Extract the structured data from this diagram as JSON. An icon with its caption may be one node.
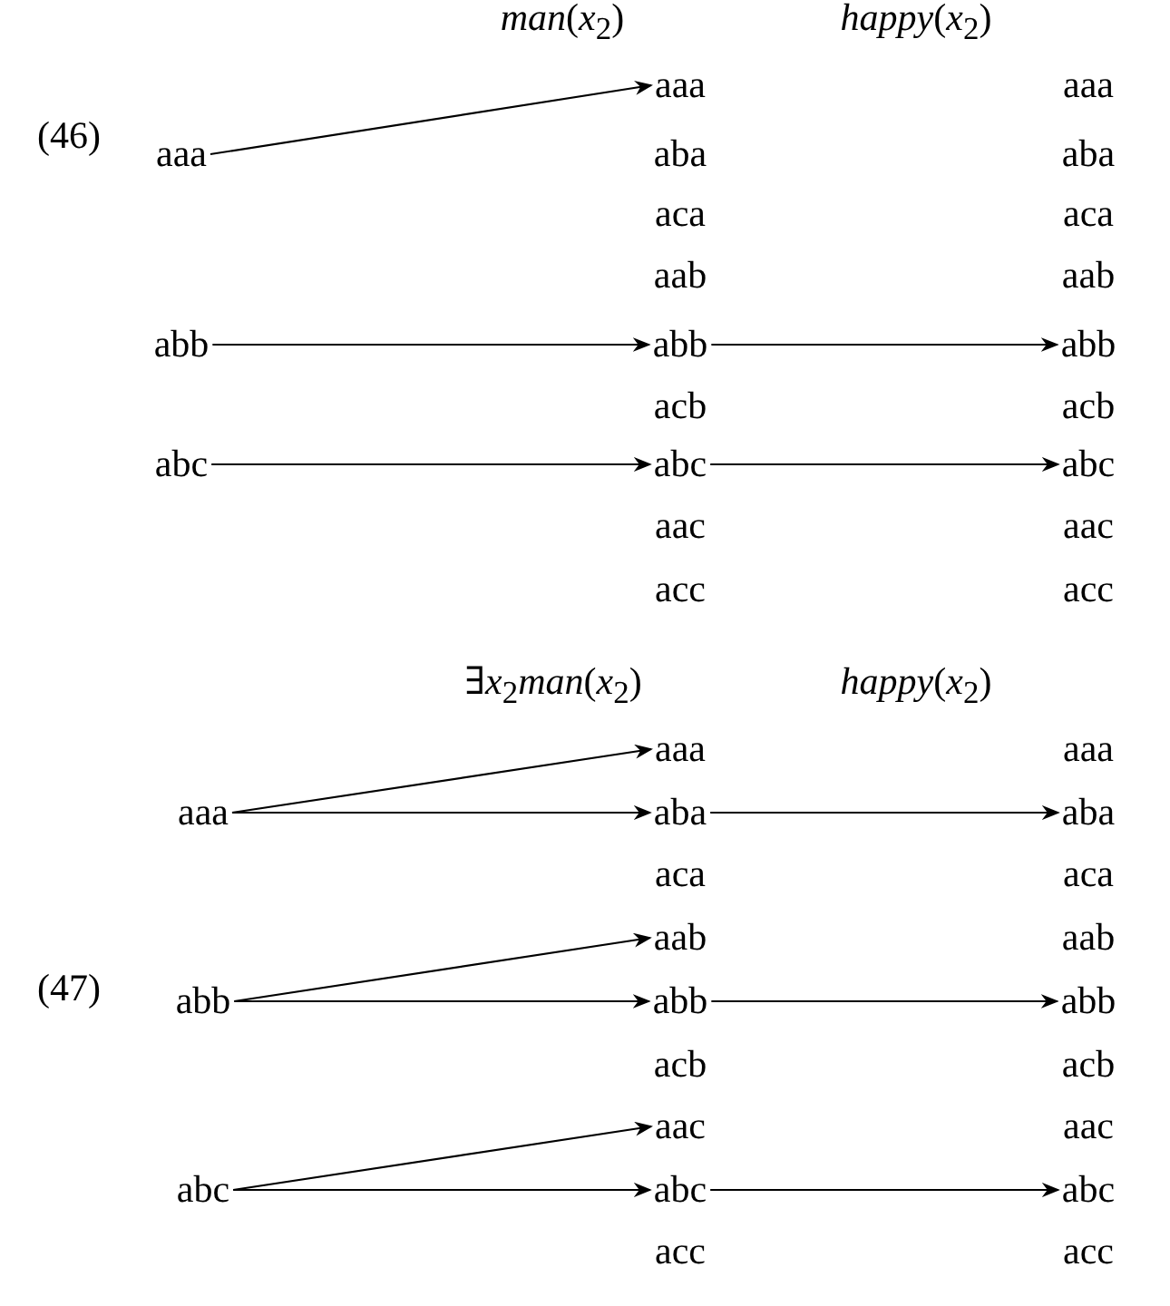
{
  "diagram": {
    "nodes": [
      {
        "text": [
          "aaa"
        ]
      },
      {
        "text": [
          "aaa"
        ]
      },
      {
        "text": [
          "abb"
        ]
      },
      {
        "text": [
          "abb"
        ]
      },
      {
        "text": [
          "abb"
        ]
      },
      {
        "text": [
          "abc"
        ]
      },
      {
        "text": [
          "abc"
        ]
      },
      {
        "text": [
          "abc"
        ]
      },
      {
        "text": [
          "aaa"
        ]
      },
      {
        "text": [
          "aaa"
        ]
      },
      {
        "text": [
          "aba"
        ]
      },
      {
        "text": [
          "aba"
        ]
      },
      {
        "text": [
          "aab"
        ]
      },
      {
        "text": [
          "abb"
        ]
      },
      {
        "text": [
          "abb"
        ]
      },
      {
        "text": [
          "abb"
        ]
      },
      {
        "text": [
          "aac"
        ]
      },
      {
        "text": [
          "abc"
        ]
      },
      {
        "text": [
          "abc"
        ]
      },
      {
        "text": [
          "abc"
        ]
      }
    ],
    "edges": [
      {
        "from": 1,
        "to": 0,
        "arrow": "to"
      },
      {
        "from": 2,
        "to": 3,
        "arrow": "to"
      },
      {
        "from": 3,
        "to": 4,
        "arrow": "to"
      },
      {
        "from": 5,
        "to": 6,
        "arrow": "to"
      },
      {
        "from": 6,
        "to": 7,
        "arrow": "to"
      },
      {
        "from": 9,
        "to": 8,
        "arrow": "to"
      },
      {
        "from": 9,
        "to": 10,
        "arrow": "to"
      },
      {
        "from": 10,
        "to": 11,
        "arrow": "to"
      },
      {
        "from": 13,
        "to": 12,
        "arrow": "to"
      },
      {
        "from": 13,
        "to": 14,
        "arrow": "to"
      },
      {
        "from": 14,
        "to": 15,
        "arrow": "to"
      },
      {
        "from": 17,
        "to": 16,
        "arrow": "to"
      },
      {
        "from": 17,
        "to": 18,
        "arrow": "to"
      },
      {
        "from": 18,
        "to": 19,
        "arrow": "to"
      }
    ],
    "labels": [
      "*man*(*x*$_{2}$)",
      "*happy*(*x*$_{2}$)",
      "aaa",
      "(46)",
      "aba",
      "aba",
      "aca",
      "aca",
      "aab",
      "aab",
      "acb",
      "acb",
      "aac",
      "aac",
      "acc",
      "acc",
      "∃*x*$_{2}$*man*(*x*$_{2}$)",
      "*happy*(*x*$_{2}$)",
      "aaa",
      "aca",
      "aca",
      "aab",
      "(47)",
      "acb",
      "acb",
      "aac",
      "acc",
      "acc"
    ]
  }
}
